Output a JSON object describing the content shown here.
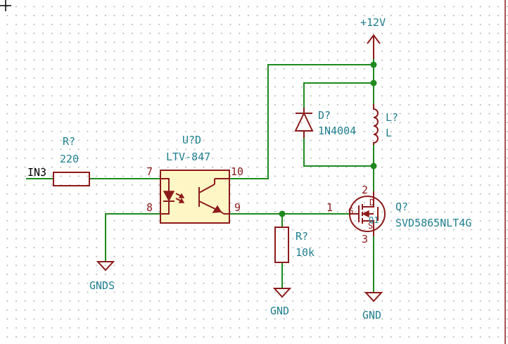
{
  "components": {
    "r_in": {
      "ref": "R?",
      "value": "220"
    },
    "optocoupler": {
      "ref": "U?D",
      "value": "LTV-847",
      "pins": {
        "anode": "7",
        "cathode": "8",
        "collector": "10",
        "emitter": "9"
      }
    },
    "diode": {
      "ref": "D?",
      "value": "1N4004"
    },
    "inductor": {
      "ref": "L?",
      "value": "L"
    },
    "r_pulldown": {
      "ref": "R?",
      "value": "10k"
    },
    "mosfet": {
      "ref": "Q?",
      "value": "SVD5865NLT4G",
      "pins": {
        "gate": "1",
        "drain": "2",
        "source": "3",
        "gate_letter": "G",
        "source_letter": "S",
        "drain_letter": "D",
        "body_label": "Q1"
      }
    }
  },
  "power": {
    "vcc": "+12V",
    "gnds": "GNDS",
    "gnd_pulldown": "GND",
    "gnd_mosfet": "GND"
  },
  "labels": {
    "input": "IN3"
  },
  "colors": {
    "wire": "#1e8a1e",
    "symbol": "#8c1a1a",
    "text": "#1f7f8f",
    "body": "#fff6c6"
  }
}
